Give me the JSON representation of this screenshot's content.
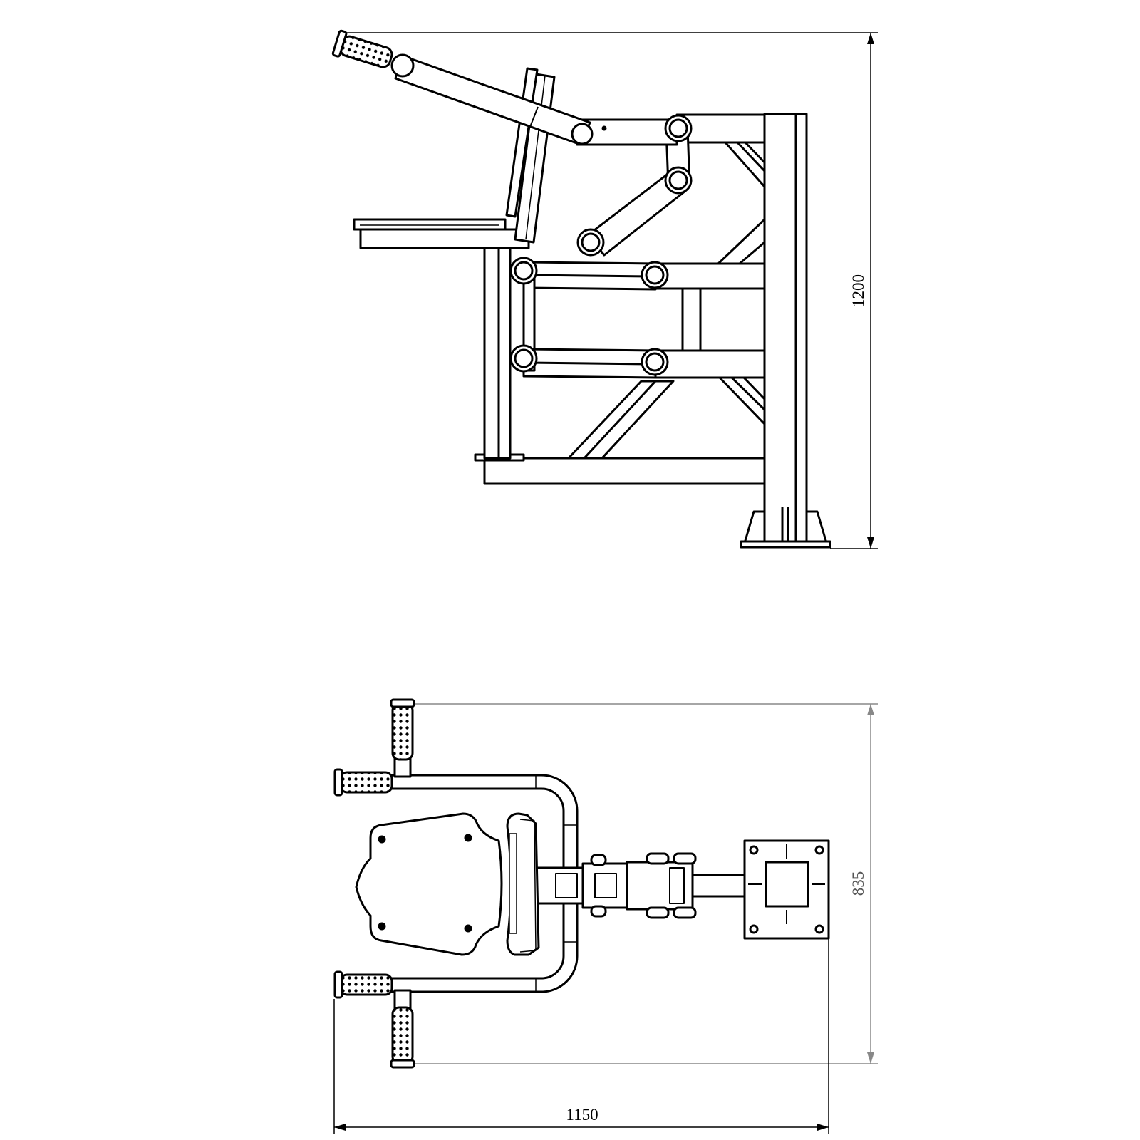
{
  "dimensions": {
    "side_height": "1200",
    "plan_depth": "835",
    "plan_width": "1150"
  },
  "colors": {
    "line": "#000000",
    "dim_line_light": "#888888",
    "background": "#ffffff"
  }
}
